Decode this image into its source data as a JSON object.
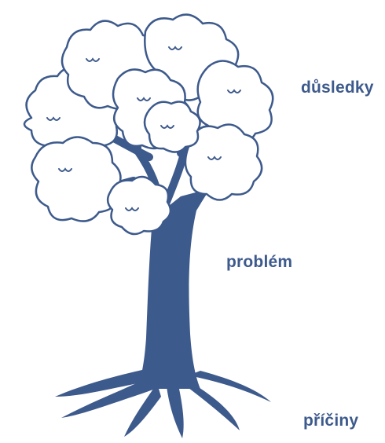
{
  "labels": {
    "consequences": "důsledky",
    "problem": "problém",
    "causes": "příčiny"
  },
  "colors": {
    "ink": "#3d5a8c",
    "background": "#ffffff"
  }
}
